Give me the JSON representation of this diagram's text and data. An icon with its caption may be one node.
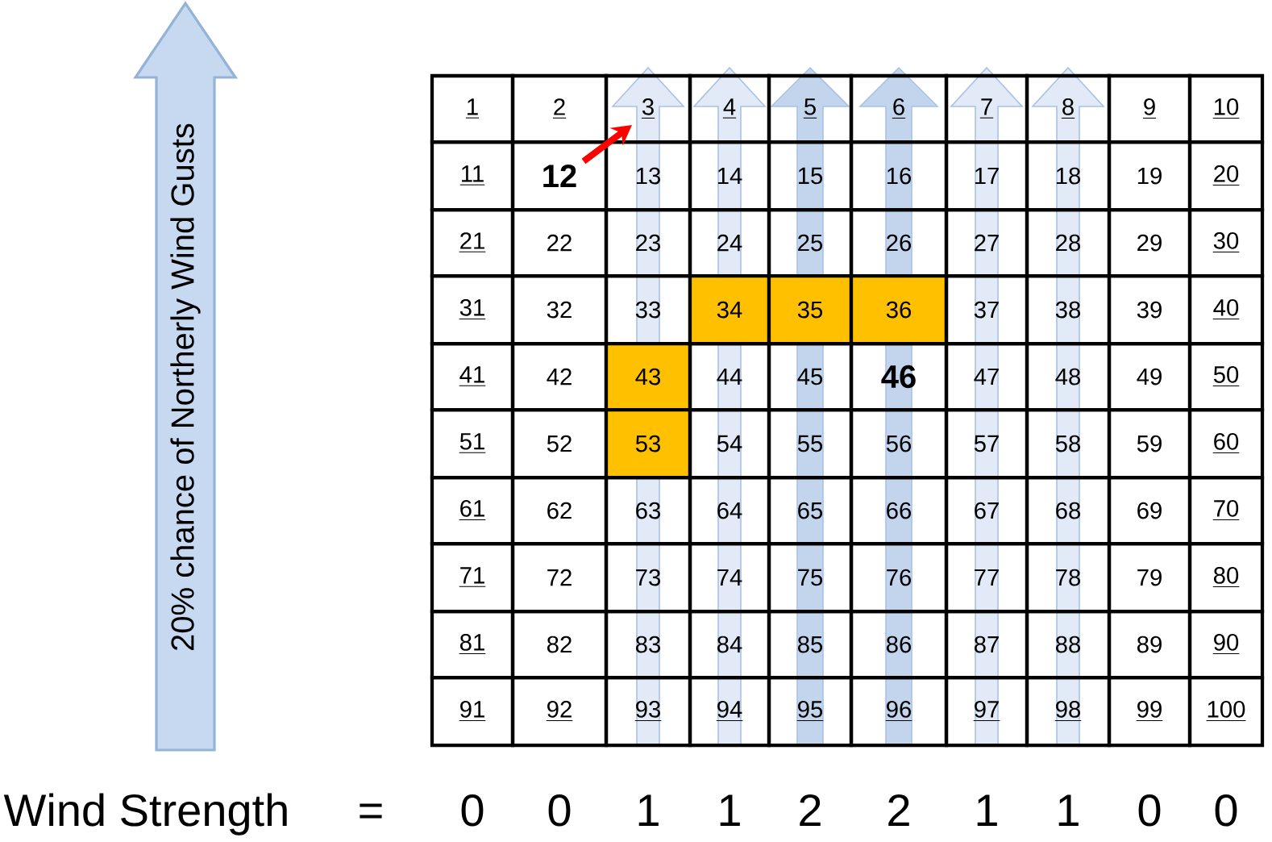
{
  "diagram": {
    "nodes": [
      {
        "text": [
          "20% chance of Northerly Wind Gusts"
        ]
      },
      {
        "text": [
          "1"
        ]
      },
      {
        "text": [
          "2"
        ]
      },
      {
        "text": [
          "3"
        ]
      },
      {
        "text": [
          "4"
        ]
      },
      {
        "text": [
          "5"
        ]
      },
      {
        "text": [
          "6"
        ]
      },
      {
        "text": [
          "7"
        ]
      },
      {
        "text": [
          "8"
        ]
      },
      {
        "text": [
          "9"
        ]
      },
      {
        "text": [
          "10"
        ]
      },
      {
        "text": [
          "11"
        ]
      },
      {
        "text": [
          "12"
        ]
      },
      {
        "text": [
          "13"
        ]
      },
      {
        "text": [
          "14"
        ]
      },
      {
        "text": [
          "15"
        ]
      },
      {
        "text": [
          "16"
        ]
      },
      {
        "text": [
          "17"
        ]
      },
      {
        "text": [
          "18"
        ]
      },
      {
        "text": [
          "19"
        ]
      },
      {
        "text": [
          "20"
        ]
      },
      {
        "text": [
          "21"
        ]
      },
      {
        "text": [
          "22"
        ]
      },
      {
        "text": [
          "23"
        ]
      },
      {
        "text": [
          "24"
        ]
      },
      {
        "text": [
          "25"
        ]
      },
      {
        "text": [
          "26"
        ]
      },
      {
        "text": [
          "27"
        ]
      },
      {
        "text": [
          "28"
        ]
      },
      {
        "text": [
          "29"
        ]
      },
      {
        "text": [
          "30"
        ]
      },
      {
        "text": [
          "31"
        ]
      },
      {
        "text": [
          "32"
        ]
      },
      {
        "text": [
          "33"
        ]
      },
      {
        "text": [
          "34"
        ]
      },
      {
        "text": [
          "35"
        ]
      },
      {
        "text": [
          "36"
        ]
      },
      {
        "text": [
          "37"
        ]
      },
      {
        "text": [
          "38"
        ]
      },
      {
        "text": [
          "39"
        ]
      },
      {
        "text": [
          "40"
        ]
      },
      {
        "text": [
          "41"
        ]
      },
      {
        "text": [
          "42"
        ]
      },
      {
        "text": [
          "43"
        ]
      },
      {
        "text": [
          "44"
        ]
      },
      {
        "text": [
          "45"
        ]
      },
      {
        "text": [
          "46"
        ]
      },
      {
        "text": [
          "47"
        ]
      },
      {
        "text": [
          "48"
        ]
      },
      {
        "text": [
          "49"
        ]
      },
      {
        "text": [
          "50"
        ]
      },
      {
        "text": [
          "51"
        ]
      },
      {
        "text": [
          "52"
        ]
      },
      {
        "text": [
          "53"
        ]
      },
      {
        "text": [
          "54"
        ]
      },
      {
        "text": [
          "55"
        ]
      },
      {
        "text": [
          "56"
        ]
      },
      {
        "text": [
          "57"
        ]
      },
      {
        "text": [
          "58"
        ]
      },
      {
        "text": [
          "59"
        ]
      },
      {
        "text": [
          "60"
        ]
      },
      {
        "text": [
          "61"
        ]
      },
      {
        "text": [
          "62"
        ]
      },
      {
        "text": [
          "63"
        ]
      },
      {
        "text": [
          "64"
        ]
      },
      {
        "text": [
          "65"
        ]
      },
      {
        "text": [
          "66"
        ]
      },
      {
        "text": [
          "67"
        ]
      },
      {
        "text": [
          "68"
        ]
      },
      {
        "text": [
          "69"
        ]
      },
      {
        "text": [
          "70"
        ]
      },
      {
        "text": [
          "71"
        ]
      },
      {
        "text": [
          "72"
        ]
      },
      {
        "text": [
          "73"
        ]
      },
      {
        "text": [
          "74"
        ]
      },
      {
        "text": [
          "75"
        ]
      },
      {
        "text": [
          "76"
        ]
      },
      {
        "text": [
          "77"
        ]
      },
      {
        "text": [
          "78"
        ]
      },
      {
        "text": [
          "79"
        ]
      },
      {
        "text": [
          "80"
        ]
      },
      {
        "text": [
          "81"
        ]
      },
      {
        "text": [
          "82"
        ]
      },
      {
        "text": [
          "83"
        ]
      },
      {
        "text": [
          "84"
        ]
      },
      {
        "text": [
          "85"
        ]
      },
      {
        "text": [
          "86"
        ]
      },
      {
        "text": [
          "87"
        ]
      },
      {
        "text": [
          "88"
        ]
      },
      {
        "text": [
          "89"
        ]
      },
      {
        "text": [
          "90"
        ]
      },
      {
        "text": [
          "91"
        ]
      },
      {
        "text": [
          "92"
        ]
      },
      {
        "text": [
          "93"
        ]
      },
      {
        "text": [
          "94"
        ]
      },
      {
        "text": [
          "95"
        ]
      },
      {
        "text": [
          "96"
        ]
      },
      {
        "text": [
          "97"
        ]
      },
      {
        "text": [
          "98"
        ]
      },
      {
        "text": [
          "99"
        ]
      },
      {
        "text": [
          "100"
        ]
      }
    ],
    "edges": [
      {
        "from": 12,
        "to": 3,
        "arrow": "to",
        "color": "#ff0000"
      }
    ],
    "labels": [
      "Wind Strength",
      "=",
      "0",
      "0",
      "1",
      "1",
      "2",
      "2",
      "1",
      "1",
      "0",
      "0"
    ]
  }
}
